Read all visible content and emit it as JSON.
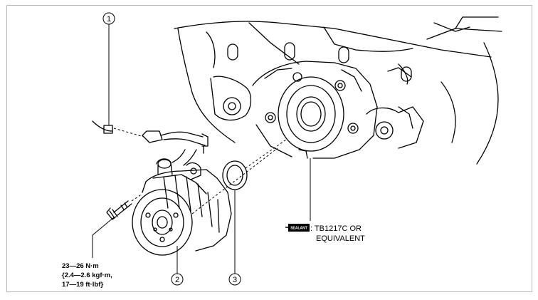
{
  "callouts": [
    "1",
    "2",
    "3"
  ],
  "torque_spec": {
    "line1": "23—26 N·m",
    "line2": "{2.4—2.6 kgf·m,",
    "line3": "17—19 ft·lbf}"
  },
  "sealant": {
    "badge": "SEALANT",
    "line1": ": TB1217C OR",
    "line2": "EQUIVALENT"
  }
}
